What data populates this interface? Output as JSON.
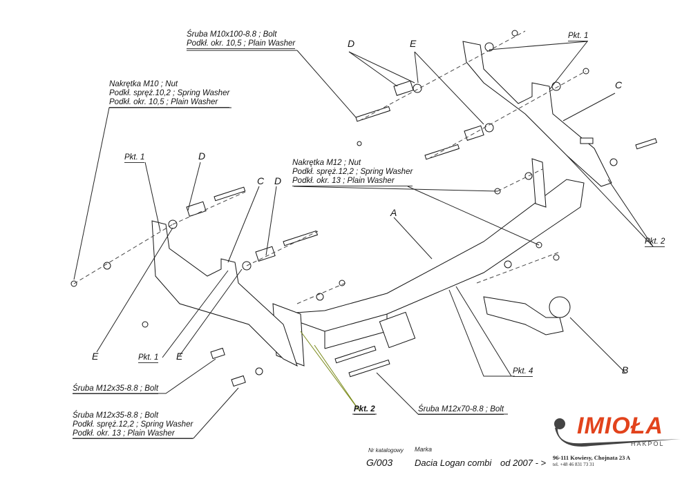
{
  "labels": {
    "bolt_m10": [
      "Śruba M10x100-8.8 ;  Bolt",
      "Podkł. okr. 10,5 ; Plain Washer"
    ],
    "nut_m10": [
      "Nakrętka  M10 ; Nut",
      "Podkł. spręż.10,2 ; Spring Washer",
      "Podkł. okr. 10,5 ; Plain Washer"
    ],
    "nut_m12": [
      "Nakrętka  M12 ; Nut",
      "Podkł. spręż.12,2 ; Spring Washer",
      "Podkł. okr. 13 ; Plain Washer"
    ],
    "bolt_m12x35": "Śruba M12x35-8.8 ;  Bolt",
    "bolt_m12x35_set": [
      "Śruba M12x35-8.8 ;  Bolt",
      "Podkł. spręż.12,2 ; Spring Washer",
      "Podkł. okr. 13 ; Plain Washer"
    ],
    "bolt_m12x70": "Śruba M12x70-8.8 ;  Bolt"
  },
  "points": {
    "pkt1": "Pkt. 1",
    "pkt2": "Pkt. 2",
    "pkt4": "Pkt. 4"
  },
  "parts": {
    "A": "A",
    "B": "B",
    "C": "C",
    "D": "D",
    "E": "E"
  },
  "footer": {
    "catalog_label": "Nr katalogowy",
    "catalog_value": "G/003",
    "brand_label": "Marka",
    "brand_value": "Dacia Logan combi",
    "year": "od  2007 - >",
    "address": "96-111 Kowiesy, Chojnata 23 A",
    "phone": "tel. +48 46 831 73 31"
  },
  "logo": {
    "name": "IMIOŁA",
    "sub": "HAKPOL",
    "color": "#e2431c"
  }
}
